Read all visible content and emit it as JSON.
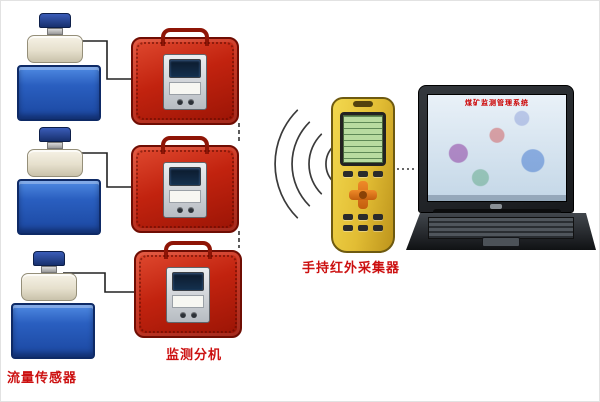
{
  "diagram": {
    "labels": {
      "flow_sensor": "流量传感器",
      "monitor_unit": "监测分机",
      "handheld_collector": "手持红外采集器"
    },
    "laptop": {
      "screen_title": "煤矿监测管理系统"
    },
    "colors": {
      "label_red": "#cc1111",
      "case_red": "#c2230f",
      "tank_blue": "#2a5fc0",
      "meter_cap_blue": "#17306e",
      "handheld_yellow": "#e6c63e",
      "lcd_green": "#b8dba0",
      "dpad_orange": "#ef8a28"
    }
  }
}
